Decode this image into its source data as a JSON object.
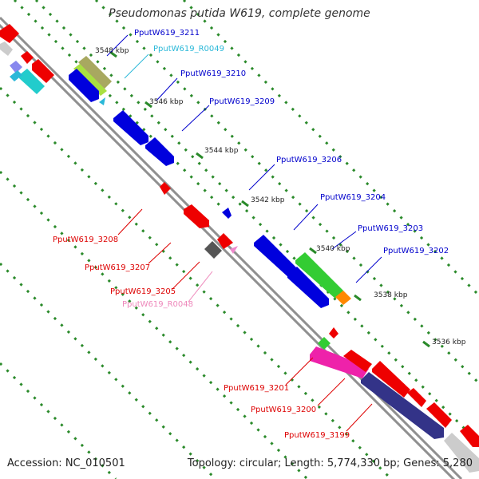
{
  "title": "Pseudomonas putida W619, complete genome",
  "footer": {
    "accession": "Accession: NC_010501",
    "summary": "Topology: circular; Length: 5,774,330 bp; Genes: 5,280"
  },
  "colors": {
    "backbone": "#909090",
    "tick": "#2a8a2a",
    "forward_label": "#0000cc",
    "reverse_label": "#dd0000",
    "rna_label_blue": "#2ab8d8",
    "rna_label_pink": "#ee88bb"
  },
  "scale_labels": [
    "3548 kbp",
    "3546 kbp",
    "3544 kbp",
    "3542 kbp",
    "3540 kbp",
    "3538 kbp",
    "3536 kbp"
  ],
  "gene_labels": [
    {
      "text": "PputW619_3211",
      "strand": "forward"
    },
    {
      "text": "PputW619_R0049",
      "strand": "forward-rna"
    },
    {
      "text": "PputW619_3210",
      "strand": "forward"
    },
    {
      "text": "PputW619_3209",
      "strand": "forward"
    },
    {
      "text": "PputW619_3206",
      "strand": "forward"
    },
    {
      "text": "PputW619_3204",
      "strand": "forward"
    },
    {
      "text": "PputW619_3203",
      "strand": "forward"
    },
    {
      "text": "PputW619_3202",
      "strand": "forward"
    },
    {
      "text": "PputW619_3208",
      "strand": "reverse"
    },
    {
      "text": "PputW619_3207",
      "strand": "reverse"
    },
    {
      "text": "PputW619_3205",
      "strand": "reverse"
    },
    {
      "text": "PputW619_R0048",
      "strand": "reverse-rna"
    },
    {
      "text": "PputW619_3201",
      "strand": "reverse"
    },
    {
      "text": "PputW619_3200",
      "strand": "reverse"
    },
    {
      "text": "PputW619_3199",
      "strand": "reverse"
    }
  ],
  "features": [
    {
      "name": "PputW619_3211",
      "color": "#a8a860"
    },
    {
      "name": "PputW619_3211-cog",
      "color": "#a8e040"
    },
    {
      "name": "PputW619_R0049",
      "color": "#2ab8d8"
    },
    {
      "name": "PputW619_3210",
      "color": "#0000dd"
    },
    {
      "name": "PputW619_3209",
      "color": "#0000dd"
    },
    {
      "name": "PputW619_3206",
      "color": "#0000dd"
    },
    {
      "name": "PputW619_3204",
      "color": "#0000dd"
    },
    {
      "name": "PputW619_3203",
      "color": "#33cc33"
    },
    {
      "name": "PputW619_3202",
      "color": "#ff8800"
    },
    {
      "name": "PputW619_3208",
      "color": "#ee0000"
    },
    {
      "name": "PputW619_3207",
      "color": "#ee0000"
    },
    {
      "name": "PputW619_3205",
      "color": "#555555"
    },
    {
      "name": "PputW619_R0048",
      "color": "#ee88cc"
    },
    {
      "name": "PputW619_3201",
      "color": "#33cc33"
    },
    {
      "name": "PputW619_3200",
      "color": "#ee22aa"
    },
    {
      "name": "PputW619_3199",
      "color": "#333388"
    }
  ]
}
